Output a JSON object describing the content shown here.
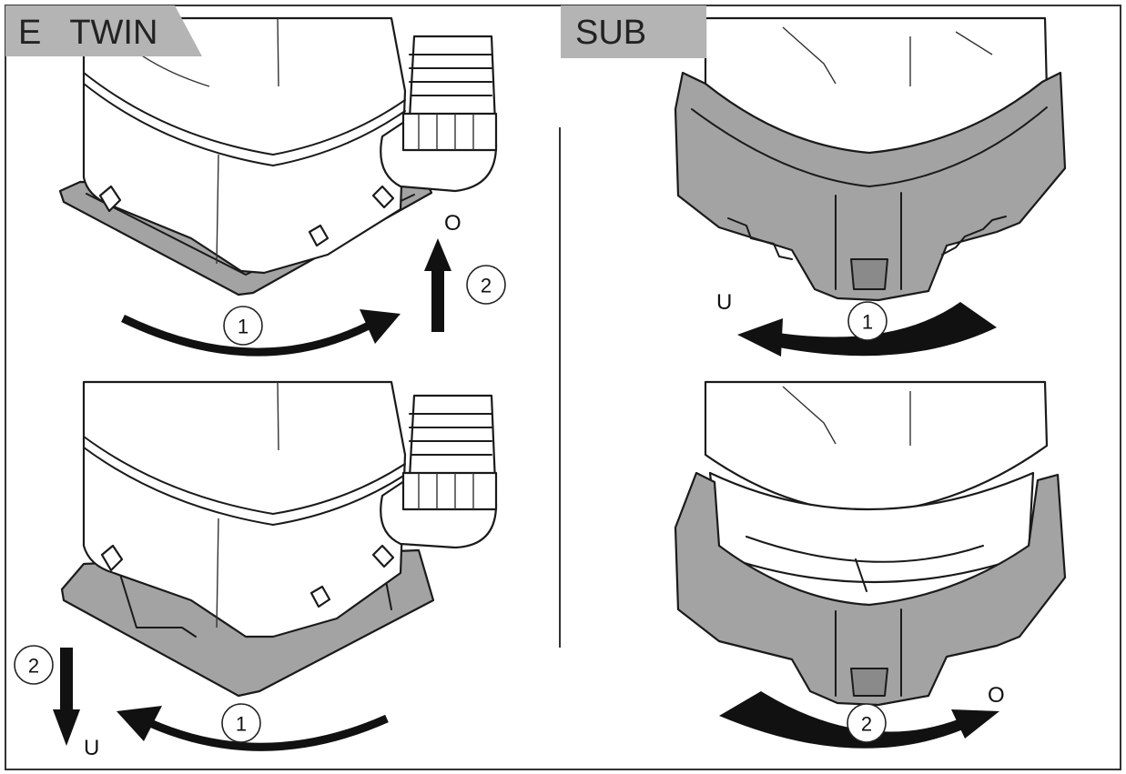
{
  "panels": {
    "left": {
      "tab": "E   TWIN",
      "top": {
        "step1": "1",
        "step2": "2",
        "direction": "O"
      },
      "bottom": {
        "step1": "1",
        "step2": "2",
        "direction": "U"
      }
    },
    "right": {
      "tab": "SUB",
      "top": {
        "step1": "1",
        "direction": "U"
      },
      "bottom": {
        "step2": "2",
        "direction": "O"
      }
    }
  },
  "colors": {
    "tab_gray": "#b4b4b4",
    "part_gray": "#a3a3a3",
    "outline": "#1a1a1a"
  }
}
